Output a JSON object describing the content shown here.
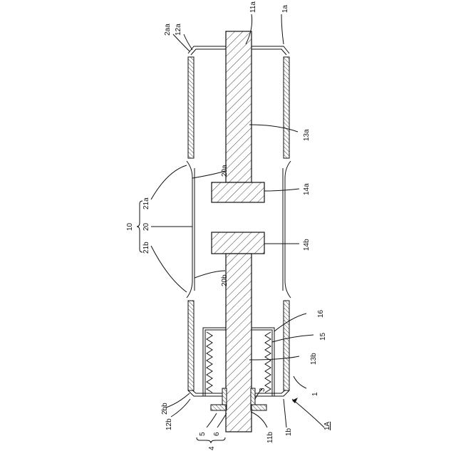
{
  "figure": {
    "labels": {
      "l_2aa": "2aa",
      "l_12a": "12a",
      "l_11a": "11a",
      "l_1a": "1a",
      "l_13a": "13a",
      "l_20a": "20a",
      "l_14a": "14a",
      "l_21a": "21a",
      "l_10": "10",
      "l_20": "20",
      "l_21b": "21b",
      "l_14b": "14b",
      "l_20b": "20b",
      "l_16": "16",
      "l_15": "15",
      "l_13b": "13b",
      "l_1": "1",
      "l_3": "3",
      "l_2bb": "2bb",
      "l_12b": "12b",
      "l_5": "5",
      "l_6": "6",
      "l_4": "4",
      "l_11b": "11b",
      "l_1b": "1b",
      "l_1A": "1A"
    },
    "colors": {
      "line": "#111111",
      "background": "#ffffff"
    }
  }
}
